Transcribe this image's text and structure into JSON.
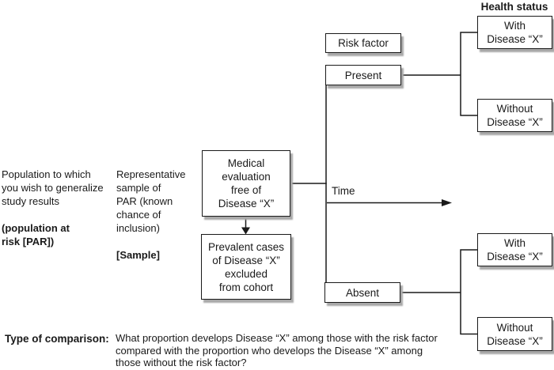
{
  "diagram": {
    "title": "Health status",
    "left_notes": {
      "par_normal": "Population to which\nyou wish to generalize\nstudy results",
      "par_bold": "(population at\nrisk [PAR])",
      "sample_normal": "Representative\nsample of\nPAR (known\nchance of\ninclusion)",
      "sample_bold": "[Sample]"
    },
    "boxes": {
      "risk_factor": "Risk factor",
      "present": "Present",
      "absent": "Absent",
      "medical_evaluation": "Medical\nevaluation\nfree of\nDisease “X”",
      "prevalent_cases": "Prevalent cases\nof Disease “X”\nexcluded\nfrom cohort",
      "with_disease_top": "With\nDisease “X”",
      "without_disease_top": "Without\nDisease “X”",
      "with_disease_bottom": "With\nDisease “X”",
      "without_disease_bottom": "Without\nDisease “X”"
    },
    "labels": {
      "time": "Time"
    },
    "comparison": {
      "label": "Type of comparison:",
      "text": "What proportion develops Disease “X” among those with the risk factor\ncompared with the proportion who develops the Disease “X” among\nthose without the risk factor?"
    },
    "colors": {
      "line": "#1a1a1a",
      "shadow": "#a8a8a8",
      "background": "#ffffff",
      "text": "#1a1a1a"
    }
  }
}
